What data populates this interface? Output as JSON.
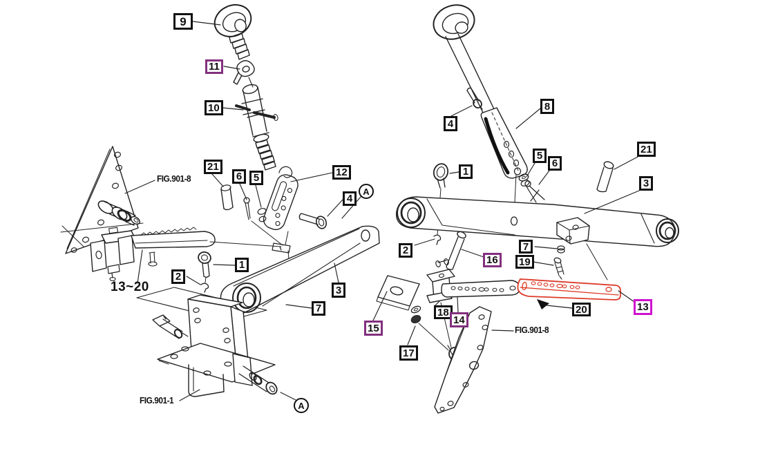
{
  "figure": {
    "callouts": {
      "left_9": "9",
      "left_11": "11",
      "left_10": "10",
      "left_21": "21",
      "left_6": "6",
      "left_5": "5",
      "left_12": "12",
      "left_4": "4",
      "left_2": "2",
      "left_1": "1",
      "left_3": "3",
      "left_7": "7",
      "right_4": "4",
      "right_8": "8",
      "right_1": "1",
      "right_5": "5",
      "right_6": "6",
      "right_21": "21",
      "right_3": "3",
      "right_2": "2",
      "right_7": "7",
      "right_19": "19",
      "right_16": "16",
      "right_15": "15",
      "right_18": "18",
      "right_14": "14",
      "right_17": "17",
      "right_20": "20",
      "right_13": "13"
    },
    "figure_refs": {
      "left": "FIG.901-8",
      "bottom": "FIG.901-1",
      "right": "FIG.901-8"
    },
    "range_label": "13~20",
    "view_markers": {
      "left": "A",
      "bottom": "A"
    },
    "colors": {
      "background": "#ffffff",
      "line": "#222222",
      "callout_black": "#111111",
      "callout_purple": "#82307f",
      "callout_magenta": "#cf12cf",
      "highlight_part": "#dd3a28"
    }
  }
}
